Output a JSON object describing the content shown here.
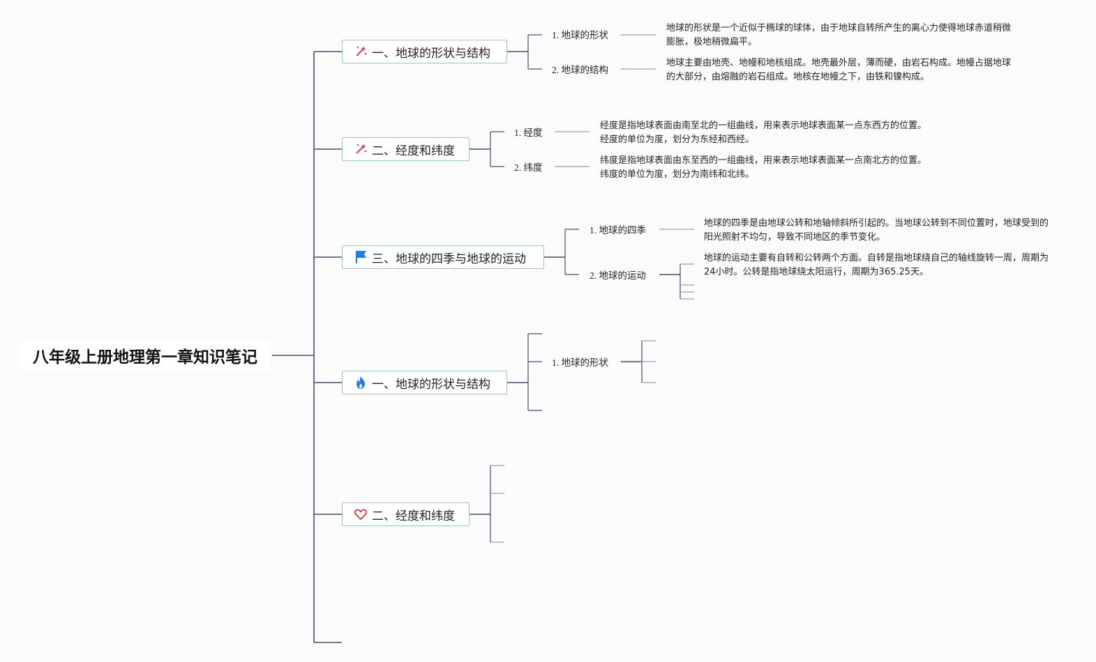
{
  "root": {
    "title": "八年级上册地理第一章知识笔记"
  },
  "branches": [
    {
      "label": "一、地球的形状与结构",
      "icon": "sparkle-wand-icon",
      "subs": [
        {
          "label": "1. 地球的形状",
          "desc": "地球的形状是一个近似于椭球的球体，由于地球自转所产生的离心力使得地球赤道稍微膨胀，极地稍微扁平。"
        },
        {
          "label": "2. 地球的结构",
          "desc": "地球主要由地壳、地幔和地核组成。地壳最外层，薄而硬，由岩石构成。地幔占据地球的大部分，由熔融的岩石组成。地核在地幔之下，由铁和镍构成。"
        }
      ]
    },
    {
      "label": "二、经度和纬度",
      "icon": "sparkle-wand-icon",
      "subs": [
        {
          "label": "1. 经度",
          "desc": "经度是指地球表面由南至北的一组曲线，用来表示地球表面某一点东西方的位置。经度的单位为度，划分为东经和西经。"
        },
        {
          "label": "2. 纬度",
          "desc": "纬度是指地球表面由东至西的一组曲线，用来表示地球表面某一点南北方的位置。纬度的单位为度，划分为南纬和北纬。"
        }
      ]
    },
    {
      "label": "三、地球的四季与地球的运动",
      "icon": "flag-icon",
      "subs": [
        {
          "label": "1. 地球的四季",
          "desc": "地球的四季是由地球公转和地轴倾斜所引起的。当地球公转到不同位置时，地球受到的阳光照射不均匀，导致不同地区的季节变化。"
        },
        {
          "label": "2. 地球的运动",
          "desc": "地球的运动主要有自转和公转两个方面。自转是指地球绕自己的轴线旋转一周，周期为24小时。公转是指地球绕太阳运行，周期为365.25天。"
        }
      ]
    },
    {
      "label": "一、地球的形状与结构",
      "icon": "fire-icon",
      "subs": [
        {
          "label": "1. 地球的形状"
        }
      ]
    },
    {
      "label": "二、经度和纬度",
      "icon": "heart-icon",
      "subs": []
    }
  ],
  "colors": {
    "line": "#3d4f73",
    "branch_border": "#9fc7bb",
    "sub_line": "#7e8aa3",
    "wand": "#e2336b",
    "flag": "#1f7fe0",
    "fire": "#1f7fe0",
    "heart": "#d23a3a"
  }
}
